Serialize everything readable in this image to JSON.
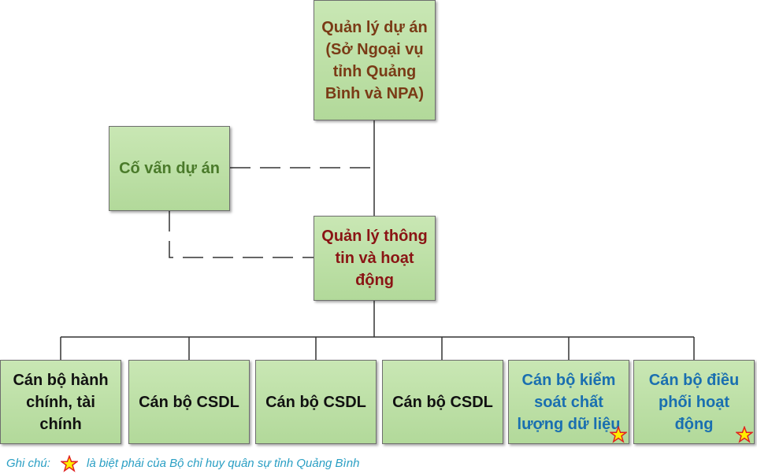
{
  "nodes": {
    "project_manager": "Quản lý dự án (Sở Ngoại vụ tỉnh Quảng Bình và NPA)",
    "advisor": "Cố vấn dự án",
    "info_ops_manager": "Quản lý thông tin và hoạt động",
    "staff": [
      "Cán bộ hành chính, tài chính",
      "Cán bộ CSDL",
      "Cán bộ CSDL",
      "Cán bộ CSDL",
      "Cán bộ kiểm soát chất lượng dữ liệu",
      "Cán bộ điều phối hoạt động"
    ]
  },
  "note": {
    "label": "Ghi chú:",
    "text": "là biệt phái của Bộ chỉ huy quân sự tỉnh Quảng Bình"
  },
  "colors": {
    "box_fill": "#b2d99a",
    "star_fill": "#ffee00",
    "star_stroke": "#e02020",
    "note": "#2a9fc4"
  }
}
